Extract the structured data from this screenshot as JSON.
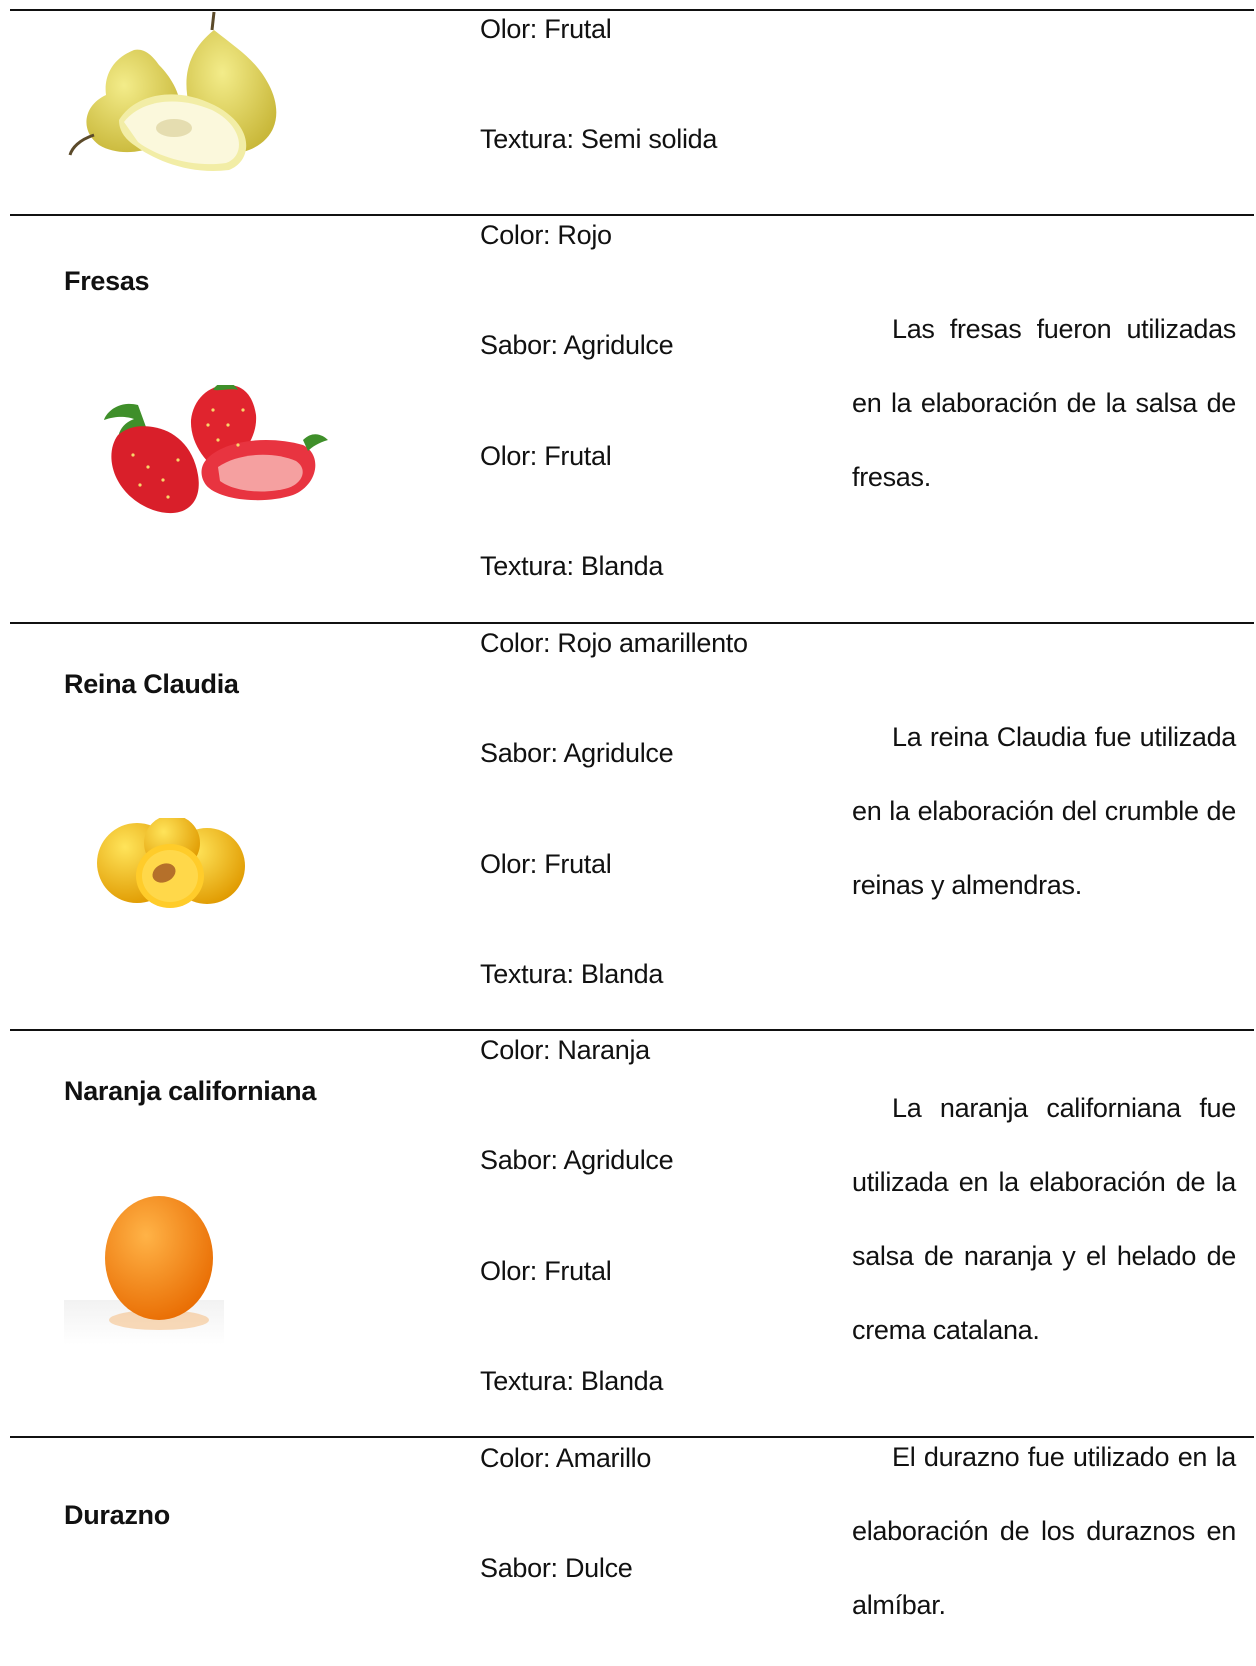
{
  "rows": [
    {
      "name": "",
      "image": "pear-image",
      "props": [
        "Olor: Frutal",
        "Textura: Semi solida"
      ],
      "description": ""
    },
    {
      "name": "Fresas",
      "image": "strawberry-image",
      "props": [
        "Color: Rojo",
        "Sabor: Agridulce",
        "Olor: Frutal",
        "Textura: Blanda"
      ],
      "description": "Las fresas fueron utilizadas en la elaboración de la salsa de fresas."
    },
    {
      "name": "Reina Claudia",
      "image": "greengage-plum-image",
      "props": [
        "Color: Rojo amarillento",
        "Sabor: Agridulce",
        "Olor: Frutal",
        "Textura: Blanda"
      ],
      "description": "La reina Claudia fue utilizada en la elaboración del crumble de reinas y almendras."
    },
    {
      "name": "Naranja californiana",
      "image": "orange-image",
      "props": [
        "Color: Naranja",
        "Sabor: Agridulce",
        "Olor: Frutal",
        "Textura: Blanda"
      ],
      "description": "La naranja californiana fue utilizada en la elaboración de la salsa de naranja y el helado de crema catalana."
    },
    {
      "name": "Durazno",
      "image": "peach-image",
      "props": [
        "Color: Amarillo",
        "Sabor: Dulce"
      ],
      "description": "El durazno fue utilizado en la elaboración de los duraznos en almíbar."
    }
  ]
}
